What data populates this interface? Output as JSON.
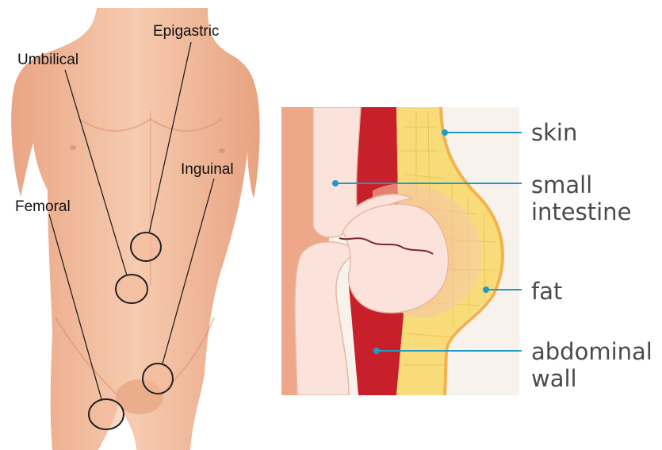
{
  "body_labels": {
    "epigastric": "Epigastric",
    "umbilical": "Umbilical",
    "inguinal": "Inguinal",
    "femoral": "Femoral"
  },
  "cross_section_labels": {
    "skin": "skin",
    "small_intestine_line1": "small",
    "small_intestine_line2": "intestine",
    "fat": "fat",
    "abdominal_wall_line1": "abdominal",
    "abdominal_wall_line2": "wall"
  },
  "colors": {
    "skin_tone": "#f2bf9e",
    "muscle_red": "#c8202a",
    "fat_yellow": "#f8dc7a",
    "intestine": "#fbe3dc",
    "pointer_blue": "#1e9bc4"
  }
}
